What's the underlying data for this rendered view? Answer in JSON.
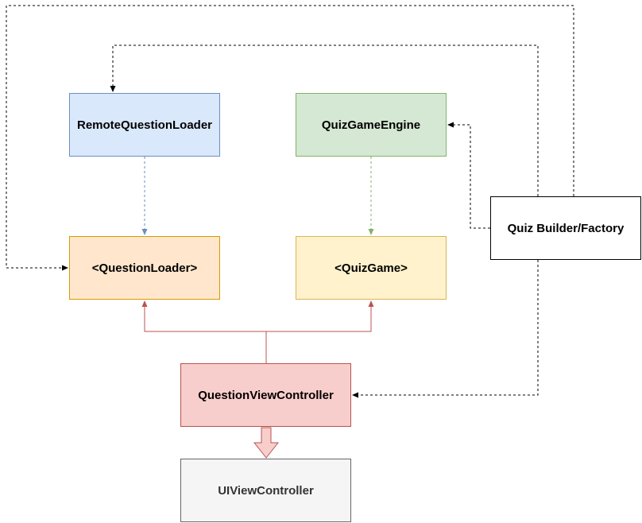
{
  "nodes": {
    "remote_question_loader": "RemoteQuestionLoader",
    "quiz_game_engine": "QuizGameEngine",
    "question_loader_protocol": "<QuestionLoader>",
    "quiz_game_protocol": "<QuizGame>",
    "quiz_builder_factory": "Quiz Builder/Factory",
    "question_view_controller": "QuestionViewController",
    "ui_view_controller": "UIViewController"
  },
  "colors": {
    "blue_fill": "#dae8fc",
    "blue_stroke": "#6c8ebf",
    "green_fill": "#d5e8d4",
    "green_stroke": "#82b366",
    "orange_fill": "#ffe6cc",
    "orange_stroke": "#d79b00",
    "yellow_fill": "#fff2cc",
    "yellow_stroke": "#d6b656",
    "red_fill": "#f8cecc",
    "red_stroke": "#b85450",
    "gray_fill": "#f5f5f5",
    "gray_stroke": "#666666",
    "black": "#000000"
  }
}
